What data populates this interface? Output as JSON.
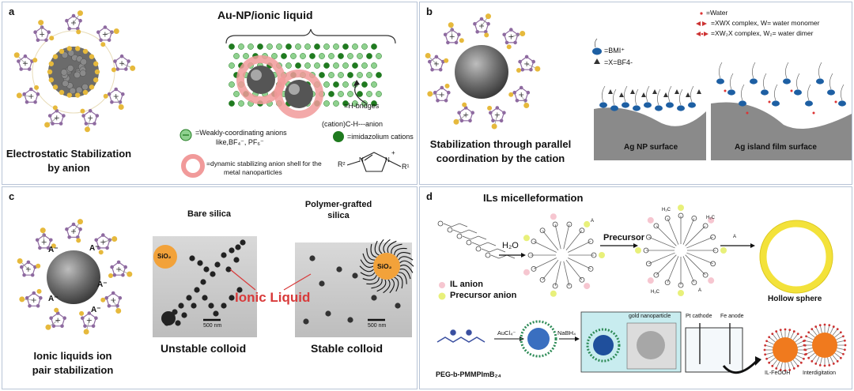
{
  "panels": {
    "a": {
      "label": "a",
      "title": "Au-NP/ionic liquid",
      "caption_line1": "Electrostatic Stabilization",
      "caption_line2": "by anion",
      "legend_hbridges": "=H-bridges",
      "legend_ch_anion": "(cation)C-H---anion",
      "legend_anions_line1": "=Weakly-coordinating anions",
      "legend_anions_line2": "like,BF₄⁻, PF₆⁻",
      "legend_cations": "=imidazolium cations",
      "legend_shell_line1": "=dynamic stabilizing anion shell for  the",
      "legend_shell_line2": "metal nanoparticles",
      "structure_r2": "R²",
      "structure_r1": "R¹",
      "structure_n1": "N",
      "structure_n2": "N",
      "structure_plus": "+"
    },
    "b": {
      "label": "b",
      "caption_line1": "Stabilization through parallel",
      "caption_line2": "coordination by the cation",
      "legend_bmi": "=BMI⁺",
      "legend_x": "=X=BF4-",
      "legend_water": "=Water",
      "legend_xwx": "=XWX complex, W= water monomer",
      "legend_xw2x": "=XW₂X complex, W₂= water dimer",
      "surface_left": "Ag NP surface",
      "surface_right": "Ag island film surface"
    },
    "c": {
      "label": "c",
      "bare_title": "Bare silica",
      "grafted_title_line1": "Polymer-grafted",
      "grafted_title_line2": "silica",
      "sio2_left": "SiO₂",
      "sio2_right": "SiO₂",
      "ionic_liquid": "Ionic Liquid",
      "scale_left": "500 nm",
      "scale_right": "500 nm",
      "unstable": "Unstable colloid",
      "stable": "Stable colloid",
      "caption_line1": "Ionic liquids ion",
      "caption_line2": "pair stabilization",
      "anion_symbol": "A⁻"
    },
    "d": {
      "label": "d",
      "title": "ILs micelleformation",
      "h2o": "H₂O",
      "precursor": "Precursor",
      "il_anion": "IL anion",
      "precursor_anion": "Precursor anion",
      "hollow_sphere": "Hollow sphere",
      "peg": "PEG-b-PMMPImB₂₄",
      "aucl4": "AuCl₄⁻",
      "nabh4": "NaBH₄",
      "gold_np": "gold nanoparticle",
      "pt_cathode": "Pt cathode",
      "fe_anode": "Fe anode",
      "il_feooh": "IL-FeOOH",
      "interdigitation": "Interdigitation",
      "mark_a": "A",
      "mark_hc": "H₂C"
    }
  },
  "colors": {
    "border": "#b8c4d6",
    "gold": "#e6b93c",
    "purple": "#8e6aa0",
    "green_light": "#8fd18f",
    "green_dark": "#1f7a1f",
    "shell_pink": "#f19a9a",
    "ionic_red": "#d83a3a",
    "sio2_orange": "#f2a23a",
    "bmi_blue": "#1d5fa3",
    "yellow_ring": "#f3e23a",
    "sphere_gray": "#7a7a7a"
  }
}
